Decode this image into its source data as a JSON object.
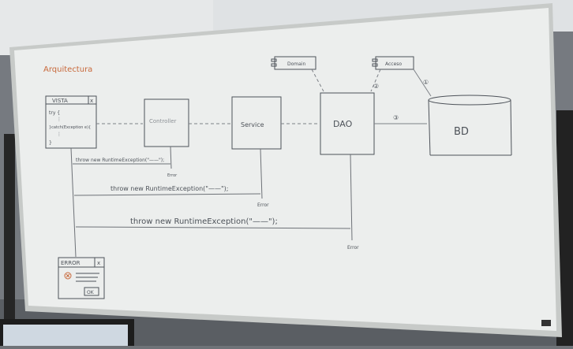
{
  "whiteboard": {
    "title": "Arquitectura",
    "components": {
      "view": "VISTA",
      "controller": "Controller",
      "service": "Service",
      "dao": "DAO",
      "db": "BD",
      "domain": "Domain",
      "access": "Acceso"
    },
    "view_code": {
      "line1": "try {",
      "line2": "⋮",
      "line3": "}catch(Exception e){",
      "line4": "⋮",
      "line5": "}"
    },
    "step_labels": {
      "one": "①",
      "two": "②",
      "three": "③"
    },
    "exceptions": {
      "controller": "throw new RuntimeException(\"——\");",
      "service": "throw new RuntimeException(\"——\");",
      "dao": "throw new RuntimeException(\"——\");"
    },
    "error_labels": {
      "controller": "Error",
      "service": "Error",
      "dao": "Error"
    },
    "error_dialog": {
      "title": "ERROR",
      "close": "x",
      "ok": "OK"
    }
  },
  "colors": {
    "wall": "#6f7378",
    "board": "#eef0ef",
    "frame": "#c9ccc9",
    "marker": "#44484f",
    "title_marker": "#c8683a"
  }
}
